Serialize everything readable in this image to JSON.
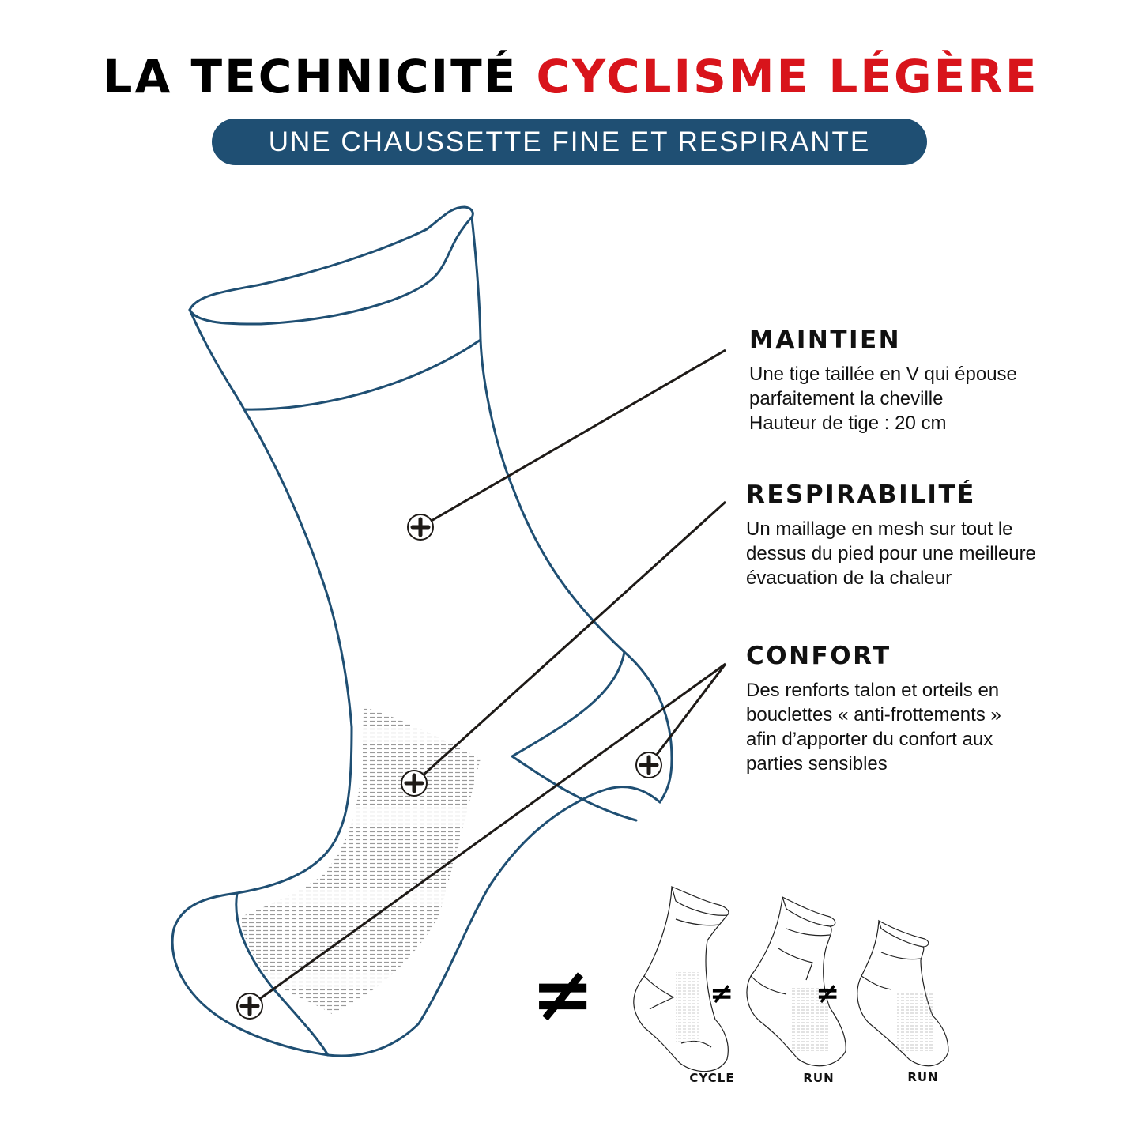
{
  "header": {
    "title_part1": "LA TECHNICITÉ",
    "title_part2": "CYCLISME LÉGÈRE",
    "subtitle": "UNE CHAUSSETTE FINE ET RESPIRANTE"
  },
  "colors": {
    "title_black": "#000000",
    "title_red": "#d8141b",
    "pill_blue": "#1f4f73",
    "sock_outline": "#1f4f73",
    "callout_line": "#1e1a17"
  },
  "features": [
    {
      "title": "MAINTIEN",
      "lines": [
        "Une tige taillée en V qui épouse",
        "parfaitement la cheville",
        "Hauteur de tige : 20 cm"
      ]
    },
    {
      "title": "RESPIRABILITÉ",
      "lines": [
        "Un maillage en mesh sur tout le",
        "dessus du pied pour une meilleure",
        "évacuation de la chaleur"
      ]
    },
    {
      "title": "CONFORT",
      "lines": [
        "Des renforts talon et orteils en",
        "bouclettes « anti-frottements »",
        "afin d’apporter du confort aux",
        "parties sensibles"
      ]
    }
  ],
  "markers": {
    "symbol": "+",
    "icon": "plus-circle-icon"
  },
  "comparison": {
    "big_symbol": "≠",
    "small_symbol": "≠",
    "labels": [
      "CYCLE",
      "RUN",
      "RUN"
    ]
  }
}
